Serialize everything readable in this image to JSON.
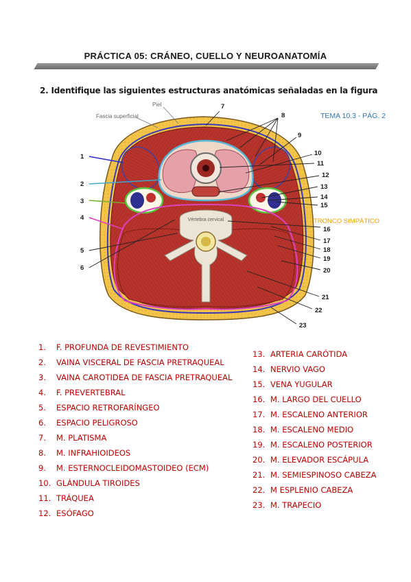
{
  "header": {
    "title": "PRÁCTICA 05:  CRÁNEO, CUELLO Y NEUROANATOMÍA",
    "question": "2. Identifique las siguientes estructuras anatómicas señaladas en la figura"
  },
  "figure": {
    "tema": "TEMA 10.3 - PÁG. 2",
    "piel": "Piel",
    "fascia_superficial": "Fascia superficial",
    "tronco_simpatico": "TRONCO SIMPÁTICO",
    "vertebra_label": "Vértebra cervical",
    "callouts": [
      "1",
      "2",
      "3",
      "4",
      "5",
      "6",
      "7",
      "8",
      "9",
      "10",
      "11",
      "12",
      "13",
      "14",
      "15",
      "16",
      "17",
      "18",
      "19",
      "20",
      "21",
      "22",
      "23"
    ]
  },
  "structures_left": [
    {
      "num": "1.",
      "label": "F. PROFUNDA DE REVESTIMIENTO"
    },
    {
      "num": "2.",
      "label": "VAINA VISCERAL DE FASCIA PRETRAQUEAL"
    },
    {
      "num": "3.",
      "label": "VAINA CAROTIDEA DE FASCIA PRETRAQUEAL"
    },
    {
      "num": "4.",
      "label": "F. PREVERTEBRAL"
    },
    {
      "num": "5.",
      "label": "ESPACIO RETROFARÍNGEO"
    },
    {
      "num": "6.",
      "label": "ESPACIO PELIGROSO"
    },
    {
      "num": "7.",
      "label": "M. PLATISMA"
    },
    {
      "num": "8.",
      "label": "M. INFRAHIOIDEOS"
    },
    {
      "num": "9.",
      "label": "M. ESTERNOCLEIDOMASTOIDEO (ECM)"
    },
    {
      "num": "10.",
      "label": "GLÁNDULA TIROIDES"
    },
    {
      "num": "11.",
      "label": "TRÁQUEA"
    },
    {
      "num": "12.",
      "label": "ESÓFAGO"
    }
  ],
  "structures_right": [
    {
      "num": "13.",
      "label": "ARTERIA CARÓTIDA"
    },
    {
      "num": "14.",
      "label": "NERVIO VAGO"
    },
    {
      "num": "15.",
      "label": "VENA YUGULAR"
    },
    {
      "num": "16.",
      "label": "M. LARGO DEL CUELLO"
    },
    {
      "num": "17.",
      "label": "M. ESCALENO ANTERIOR"
    },
    {
      "num": "18.",
      "label": "M. ESCALENO MEDIO"
    },
    {
      "num": "19.",
      "label": "M. ESCALENO POSTERIOR"
    },
    {
      "num": "20.",
      "label": "M. ELEVADOR ESCÁPULA"
    },
    {
      "num": "21.",
      "label": "M. SEMIESPINOSO CABEZA"
    },
    {
      "num": "22.",
      "label": "M ESPLENIO CABEZA"
    },
    {
      "num": "23.",
      "label": "M. TRAPECIO"
    }
  ],
  "colors": {
    "text_red": "#c00000",
    "tema_blue": "#2e75b6",
    "tronco_orange": "#f0a000",
    "fat_yellow": "#f0c040",
    "muscle_red": "#b8342c"
  }
}
